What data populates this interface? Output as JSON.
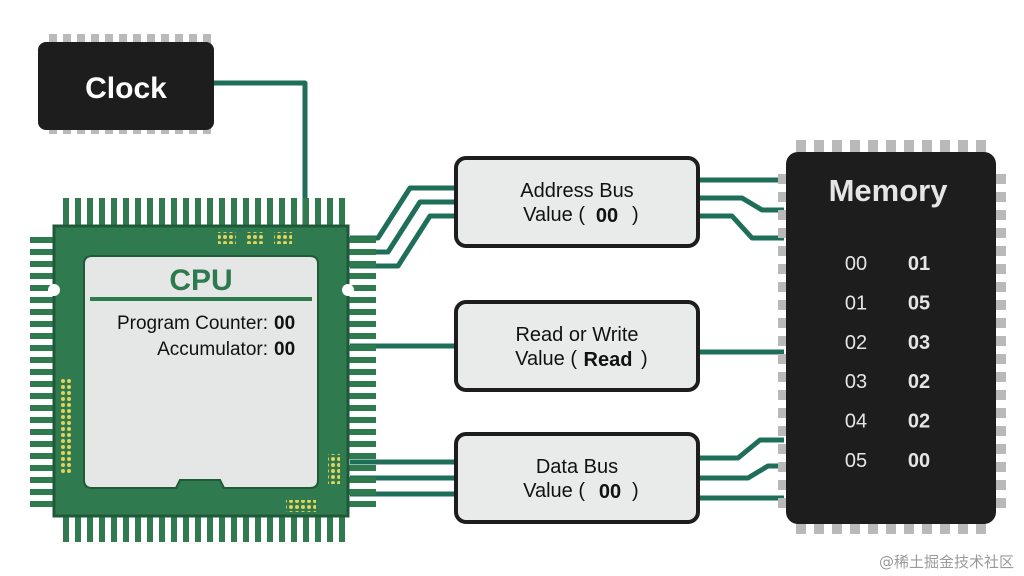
{
  "clock": {
    "label": "Clock"
  },
  "cpu": {
    "title": "CPU",
    "program_counter_label": "Program Counter:",
    "program_counter_value": "00",
    "accumulator_label": "Accumulator:",
    "accumulator_value": "00"
  },
  "buses": {
    "address": {
      "title": "Address Bus",
      "value_prefix": "Value (",
      "value": "00",
      "value_suffix": ")"
    },
    "read_write": {
      "title": "Read or Write",
      "value_prefix": "Value (",
      "value": "Read",
      "value_suffix": ")"
    },
    "data": {
      "title": "Data Bus",
      "value_prefix": "Value (",
      "value": "00",
      "value_suffix": ")"
    }
  },
  "memory": {
    "title": "Memory",
    "rows": [
      {
        "address": "00",
        "value": "01"
      },
      {
        "address": "01",
        "value": "05"
      },
      {
        "address": "02",
        "value": "03"
      },
      {
        "address": "03",
        "value": "02"
      },
      {
        "address": "04",
        "value": "02"
      },
      {
        "address": "05",
        "value": "00"
      }
    ]
  },
  "watermark": "@稀土掘金技术社区",
  "colors": {
    "wire": "#1e6e5a",
    "chip_green": "#2f7a4e",
    "chip_dark": "#1d1d1d",
    "pin_gray": "#b9b9b9",
    "box_fill": "#e9ebeb",
    "gold": "#e3d35a",
    "cpu_title": "#2d7a4e"
  }
}
